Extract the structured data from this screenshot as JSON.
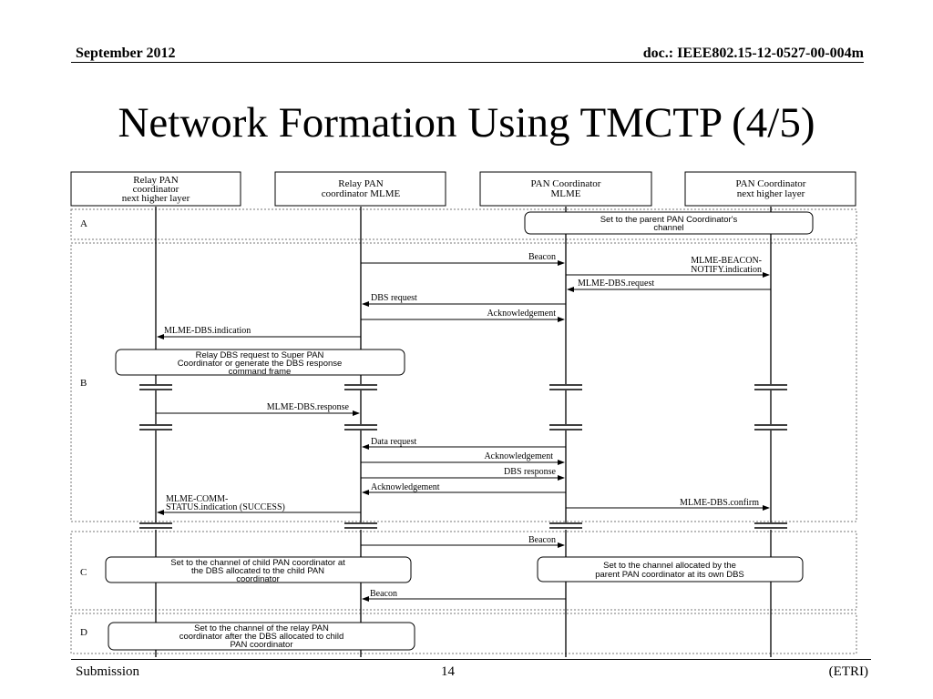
{
  "header": {
    "date": "September  2012",
    "doc": "doc.: IEEE802.15-12-0527-00-004m"
  },
  "title": "Network Formation Using TMCTP (4/5)",
  "footer": {
    "left": "Submission",
    "page": "14",
    "right": "(ETRI)"
  },
  "diagram": {
    "entities": [
      [
        "Relay PAN",
        "coordinator",
        "next higher layer"
      ],
      [
        "Relay PAN",
        "coordinator MLME"
      ],
      [
        "PAN Coordinator",
        "MLME"
      ],
      [
        "PAN Coordinator",
        "next higher layer"
      ]
    ],
    "sections": [
      "A",
      "B",
      "C",
      "D"
    ],
    "notes": {
      "a_parent_channel": [
        "Set to the parent PAN Coordinator's",
        "channel"
      ],
      "b_relay_dbs": [
        "Relay DBS request to Super PAN",
        "Coordinator or generate the DBS response",
        "command frame"
      ],
      "c_child_channel": [
        "Set to the channel of child PAN coordinator at",
        "the DBS allocated to the child PAN",
        "coordinator"
      ],
      "c_parent_dbs": [
        "Set to the channel allocated by the",
        "parent PAN coordinator at its own DBS"
      ],
      "d_relay_channel": [
        "Set to the channel of the relay PAN",
        "coordinator after the DBS allocated to child",
        "PAN coordinator"
      ]
    },
    "messages": {
      "beacon_1": "Beacon",
      "beacon_notify": [
        "MLME-BEACON-",
        "NOTIFY.indication"
      ],
      "dbs_request_prim": "MLME-DBS.request",
      "dbs_request": "DBS request",
      "ack_1": "Acknowledgement",
      "dbs_indication": "MLME-DBS.indication",
      "dbs_response_prim": "MLME-DBS.response",
      "data_request": "Data request",
      "ack_2": "Acknowledgement",
      "dbs_response": "DBS response",
      "ack_3": "Acknowledgement",
      "comm_status": [
        "MLME-COMM-",
        "STATUS.indication  (SUCCESS)"
      ],
      "dbs_confirm": "MLME-DBS.confirm",
      "beacon_2": "Beacon",
      "beacon_3": "Beacon"
    }
  }
}
